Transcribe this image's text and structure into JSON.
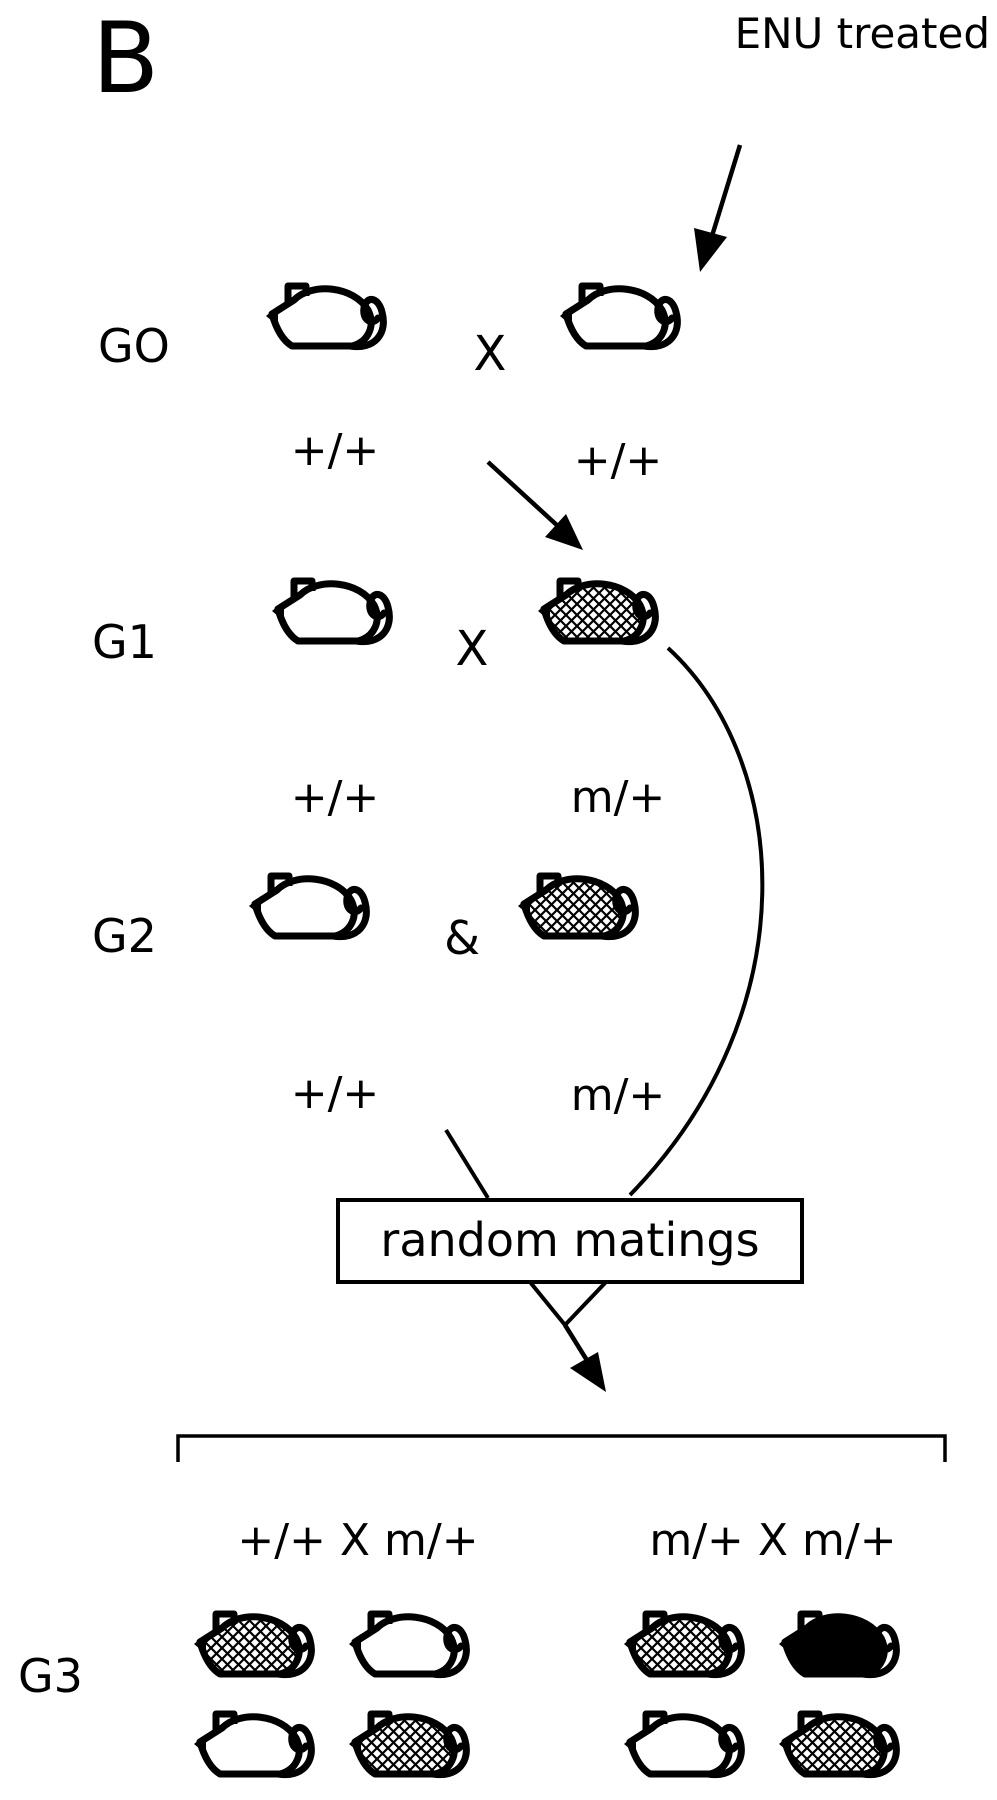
{
  "panel_label": "B",
  "treatment_label": "ENU treated",
  "box_label": "random matings",
  "generations": {
    "g0": {
      "label": "GO",
      "operator": "X",
      "genotypes": [
        "+/+",
        "+/+"
      ]
    },
    "g1": {
      "label": "G1",
      "operator": "X",
      "genotypes": [
        "+/+",
        "m/+"
      ]
    },
    "g2": {
      "label": "G2",
      "operator": "&",
      "genotypes": [
        "+/+",
        "m/+"
      ]
    },
    "g3": {
      "label": "G3",
      "crosses": [
        "+/+ X m/+",
        "m/+ X m/+"
      ]
    }
  },
  "mouse_fills": {
    "g0": [
      "wild-type",
      "wild-type"
    ],
    "g1": [
      "wild-type",
      "heterozygous"
    ],
    "g2": [
      "wild-type",
      "heterozygous"
    ],
    "g3_left": [
      "heterozygous",
      "wild-type",
      "wild-type",
      "heterozygous"
    ],
    "g3_right": [
      "heterozygous",
      "homozygous",
      "wild-type",
      "heterozygous"
    ]
  },
  "colors": {
    "ink": "#000000",
    "background": "#ffffff"
  }
}
